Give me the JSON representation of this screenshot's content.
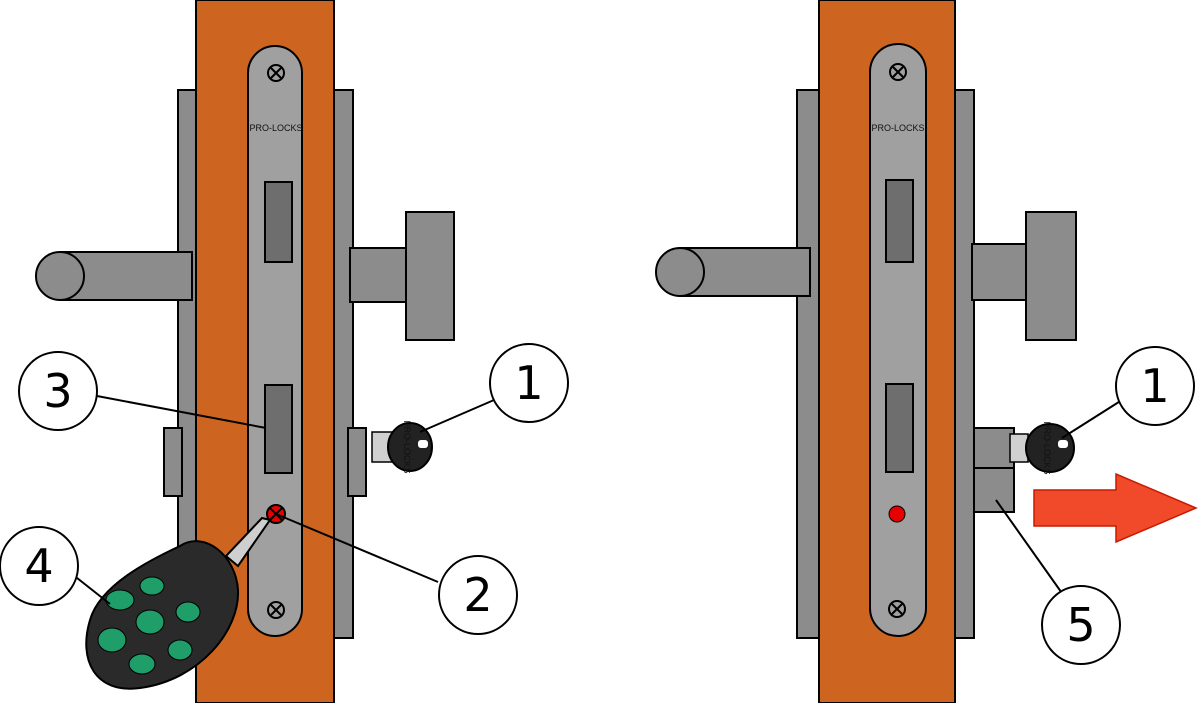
{
  "colors": {
    "door": "#cd6420",
    "metal": "#8c8c8c",
    "faceplate": "#a0a0a0",
    "dark_slot": "#6e6e6e",
    "screw_red": "#e60000",
    "arrow": "#f04a2a",
    "handle_grip": "#2a2a2a",
    "handle_accent": "#1f9e6a"
  },
  "brand_label": "PRO-LOCKS",
  "key_label": "PRO-LOCKS",
  "left_panel": {
    "callouts": [
      {
        "id": "key",
        "number": "1"
      },
      {
        "id": "fixing-screw",
        "number": "2"
      },
      {
        "id": "latch-slot",
        "number": "3"
      },
      {
        "id": "screwdriver",
        "number": "4"
      }
    ]
  },
  "right_panel": {
    "callouts": [
      {
        "id": "key",
        "number": "1"
      },
      {
        "id": "cylinder",
        "number": "5"
      }
    ],
    "arrow_direction": "right"
  }
}
